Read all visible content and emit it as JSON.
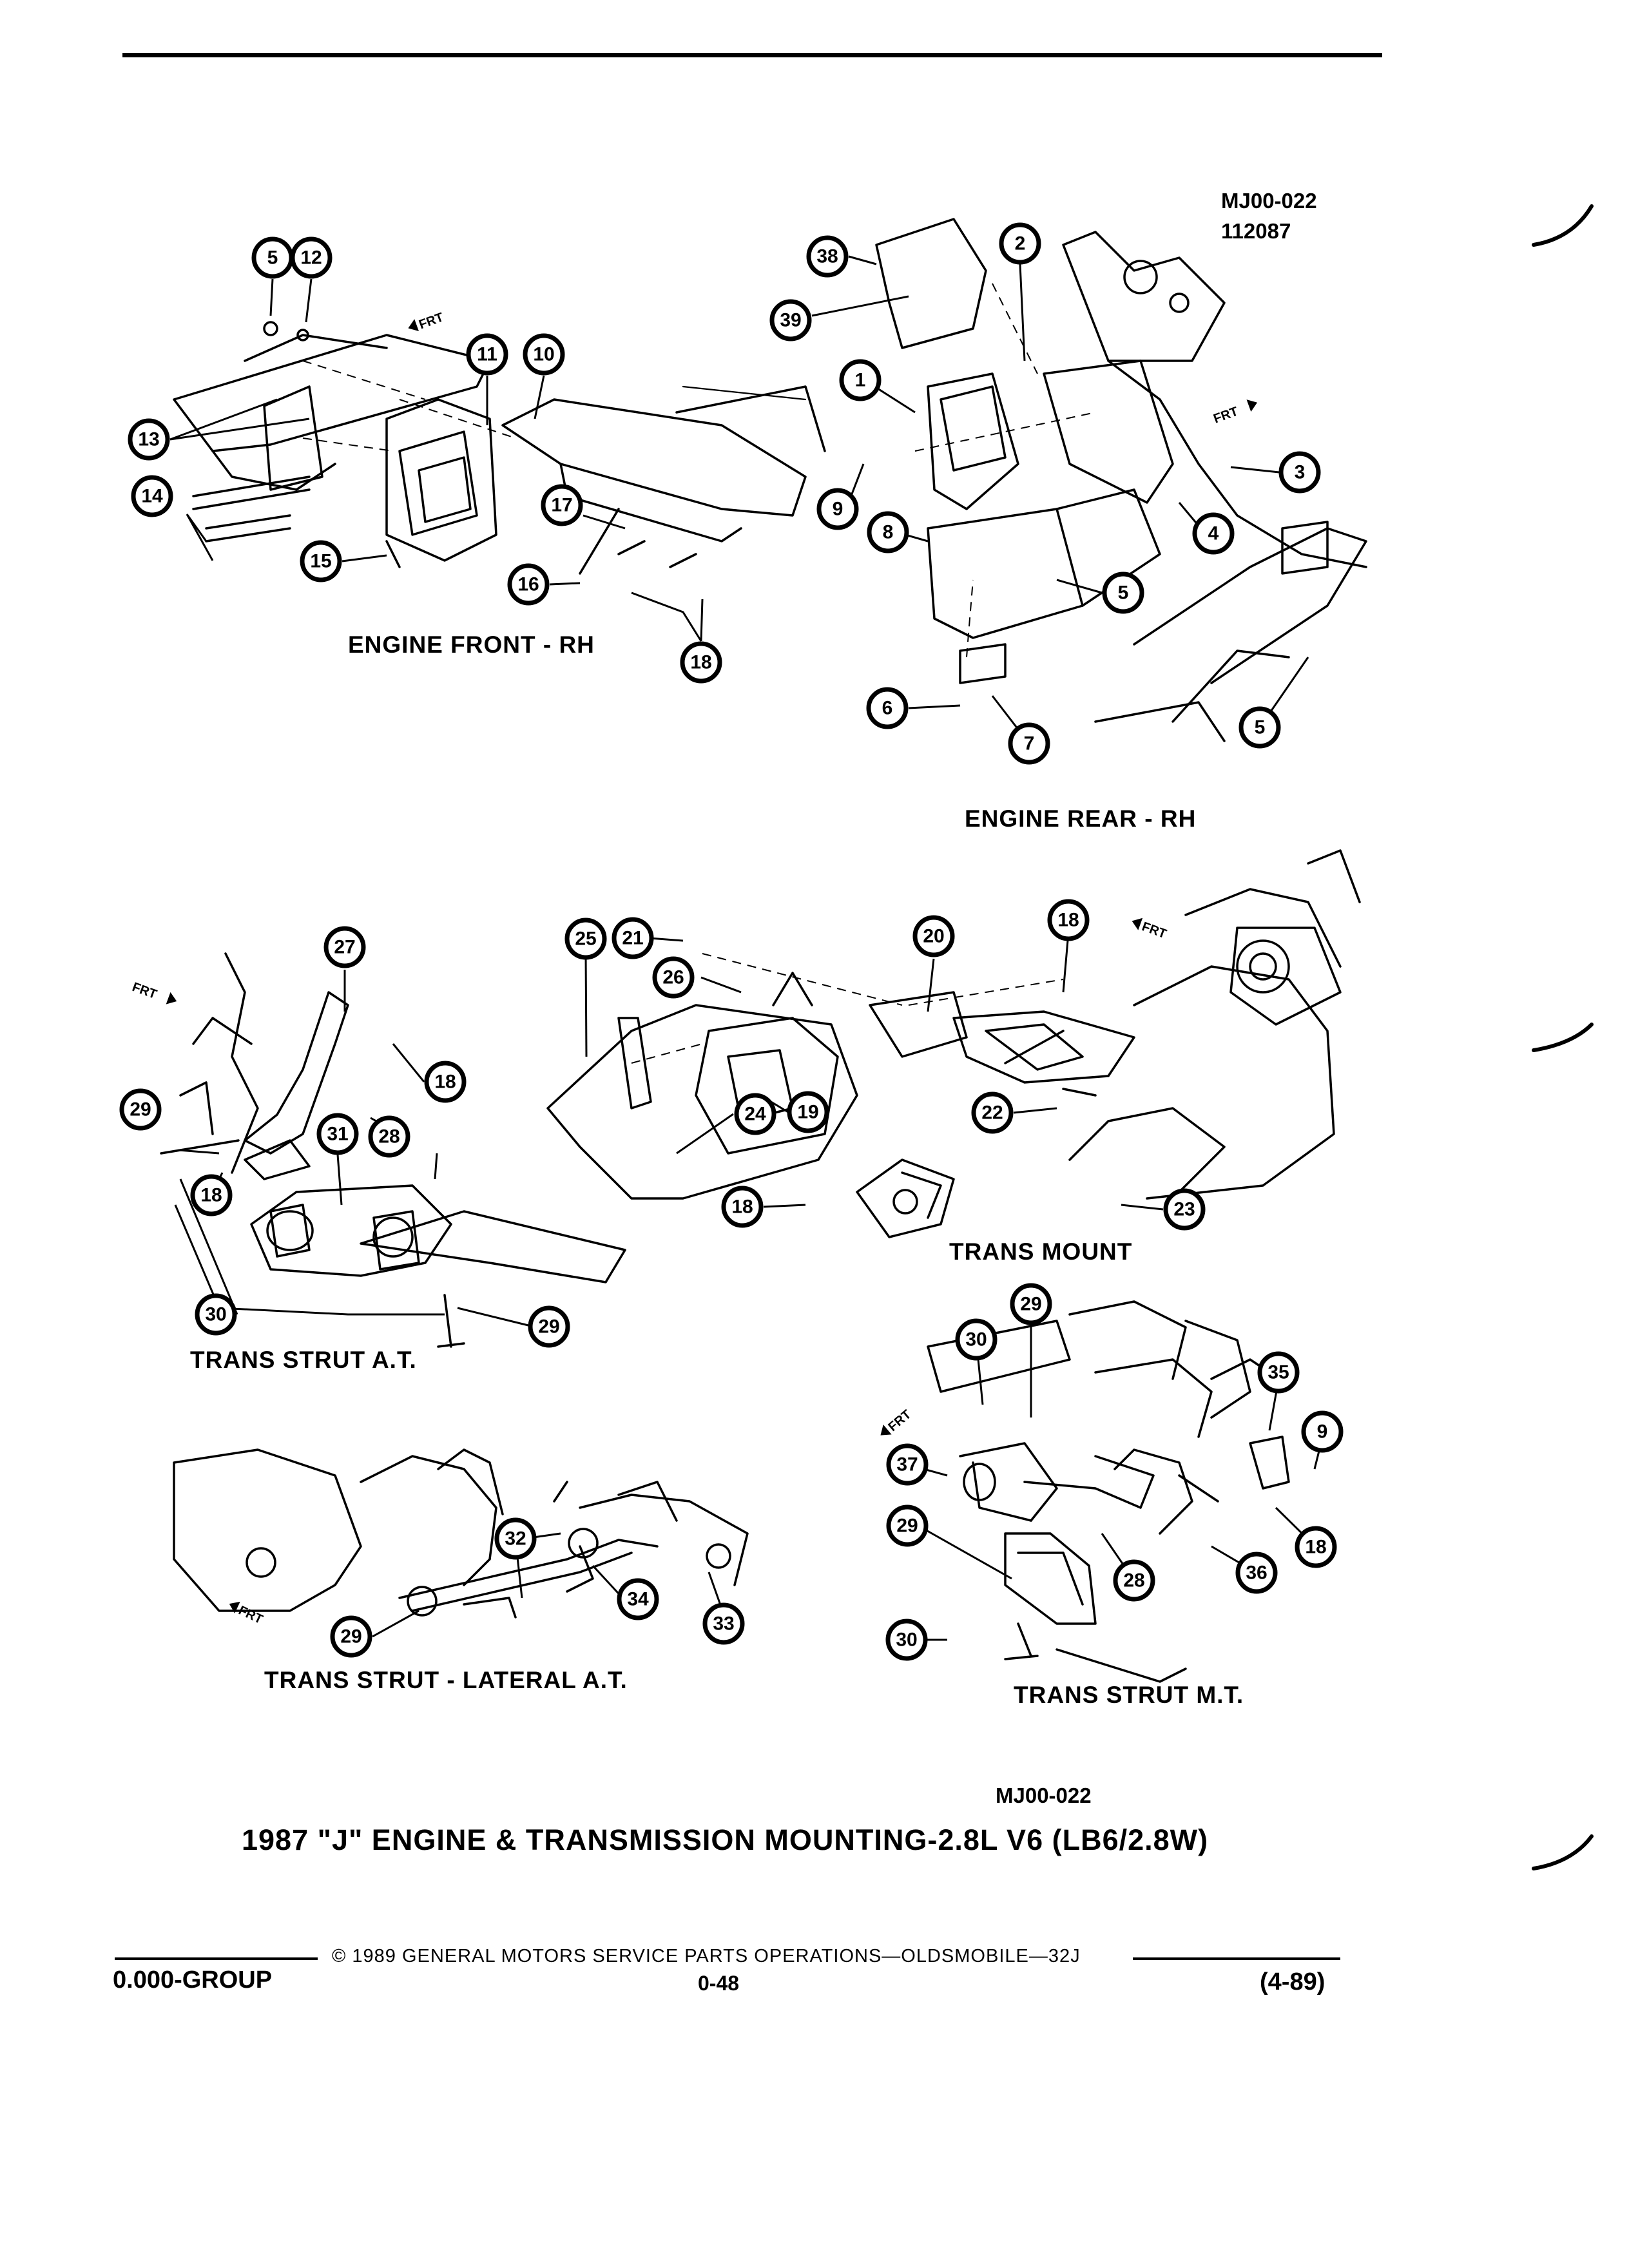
{
  "header": {
    "figure_code": "MJ00-022",
    "figure_date": "112087"
  },
  "views": {
    "engine_front_rh": "ENGINE FRONT - RH",
    "engine_rear_rh": "ENGINE REAR - RH",
    "trans_mount": "TRANS MOUNT",
    "trans_strut_at": "TRANS STRUT A.T.",
    "trans_strut_lateral_at": "TRANS STRUT - LATERAL A.T.",
    "trans_strut_mt": "TRANS STRUT M.T."
  },
  "direction_marker": "FRT",
  "callouts": [
    {
      "view": "engine_front_rh",
      "numbers": [
        "5",
        "12",
        "11",
        "10",
        "13",
        "14",
        "15",
        "16",
        "17",
        "18"
      ]
    },
    {
      "view": "engine_rear_rh",
      "numbers": [
        "38",
        "39",
        "2",
        "1",
        "9",
        "8",
        "3",
        "4",
        "5",
        "6",
        "7",
        "5"
      ]
    },
    {
      "view": "trans_strut_at",
      "numbers": [
        "27",
        "18",
        "29",
        "28",
        "31",
        "18",
        "30",
        "29"
      ]
    },
    {
      "view": "trans_mount",
      "numbers": [
        "25",
        "21",
        "26",
        "20",
        "18",
        "24",
        "19",
        "22",
        "18",
        "23"
      ]
    },
    {
      "view": "trans_strut_lateral_at",
      "numbers": [
        "32",
        "34",
        "33",
        "29"
      ]
    },
    {
      "view": "trans_strut_mt",
      "numbers": [
        "30",
        "29",
        "35",
        "9",
        "37",
        "29",
        "28",
        "36",
        "18",
        "30"
      ]
    }
  ],
  "footer": {
    "figure_code": "MJ00-022",
    "title": "1987 \"J\" ENGINE & TRANSMISSION MOUNTING-2.8L V6 (LB6/2.8W)",
    "copyright": "© 1989 GENERAL MOTORS SERVICE PARTS OPERATIONS—OLDSMOBILE—32J",
    "group": "0.000-GROUP",
    "page": "0-48",
    "revision": "(4-89)"
  }
}
